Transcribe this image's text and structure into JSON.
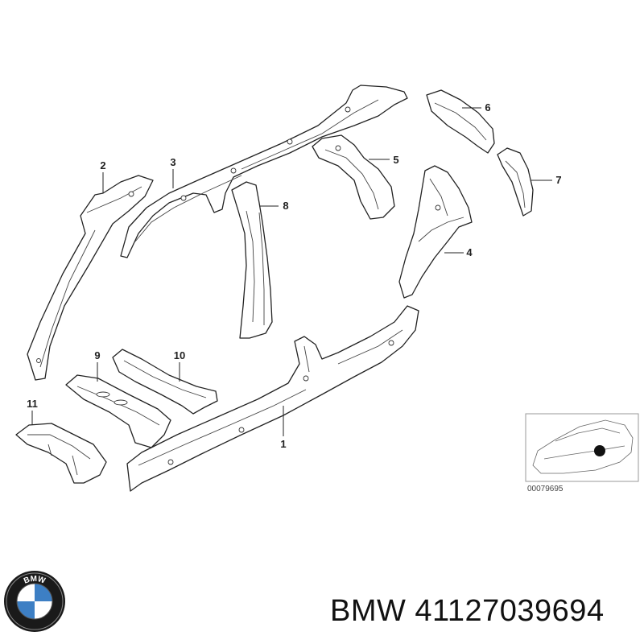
{
  "diagram": {
    "callouts": [
      {
        "id": "1",
        "label": "1"
      },
      {
        "id": "2",
        "label": "2"
      },
      {
        "id": "3",
        "label": "3"
      },
      {
        "id": "4",
        "label": "4"
      },
      {
        "id": "5",
        "label": "5"
      },
      {
        "id": "6",
        "label": "6"
      },
      {
        "id": "7",
        "label": "7"
      },
      {
        "id": "8",
        "label": "8"
      },
      {
        "id": "9",
        "label": "9"
      },
      {
        "id": "10",
        "label": "10"
      },
      {
        "id": "11",
        "label": "11"
      }
    ],
    "reference_code": "00079695"
  },
  "brand": {
    "logo_letters": "BMW",
    "part_label": "BMW 41127039694"
  }
}
